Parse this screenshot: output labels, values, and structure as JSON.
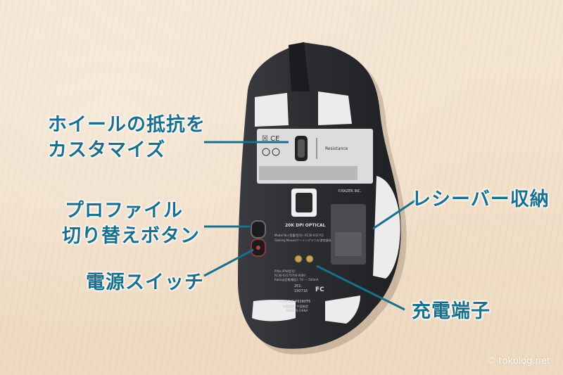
{
  "labels": {
    "wheel_resistance_line1": "ホイールの抵抗を",
    "wheel_resistance_line2": "カスタマイズ",
    "profile_line1": "プロファイル",
    "profile_line2": "切り替えボタン",
    "power_switch": "電源スイッチ",
    "receiver_storage": "レシーバー収納",
    "charging_terminal": "充電端子"
  },
  "device_text": {
    "resistance": "Resistance",
    "brand": "©RAZER INC.",
    "sensor": "20K DPI OPTICAL",
    "model_line": "Model No.(型番/型号): RC30-031701",
    "gaming_mouse_line": "Gaming Mouse/ゲーミングマウス/游戏鼠标",
    "p_no": "P/No.(P/N/型号)",
    "p_no_value": "RC30-03170700-0000",
    "rating": "Rating(定格/額定): 5V --- 500mA",
    "cert_1": "201-",
    "cert_2": "190716",
    "fc": "FC",
    "ccah": "CCAH19LP6380T6",
    "made_cn": "中国製造 / 中国制造",
    "made_in": "MADE IN CHINA"
  },
  "watermark": "© tokolog.net",
  "colors": {
    "label_text": "#1a6f8c",
    "pointer": "#1a6f8c",
    "mouse_body": "#2b2c30",
    "pads": "#efefef"
  }
}
